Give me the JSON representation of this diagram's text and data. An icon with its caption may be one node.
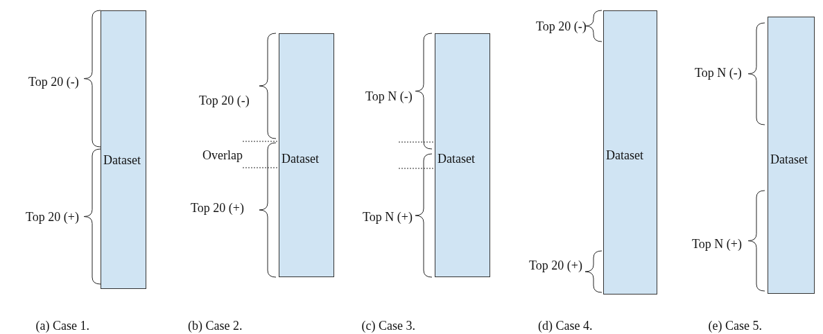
{
  "diagram": {
    "nodes": [
      {
        "text": [
          "Dataset"
        ],
        "beside": [
          "Top 20 (-)",
          "Top 20 (+)"
        ]
      },
      {
        "text": [
          "Dataset"
        ],
        "beside": [
          "Top 20 (-)",
          "Overlap",
          "Top 20 (+)"
        ]
      },
      {
        "text": [
          "Dataset"
        ],
        "beside": [
          "Top N (-)",
          "Top N (+)"
        ]
      },
      {
        "text": [
          "Dataset"
        ],
        "beside": [
          "Top 20 (-)",
          "Top 20 (+)"
        ]
      },
      {
        "text": [
          "Dataset"
        ],
        "beside": [
          "Top N (-)",
          "Top N (+)"
        ]
      }
    ],
    "edges": [],
    "labels": [
      "(a) Case 1.",
      "(b) Case 2.",
      "(c) Case 3.",
      "(d) Case 4.",
      "(e) Case 5."
    ]
  }
}
